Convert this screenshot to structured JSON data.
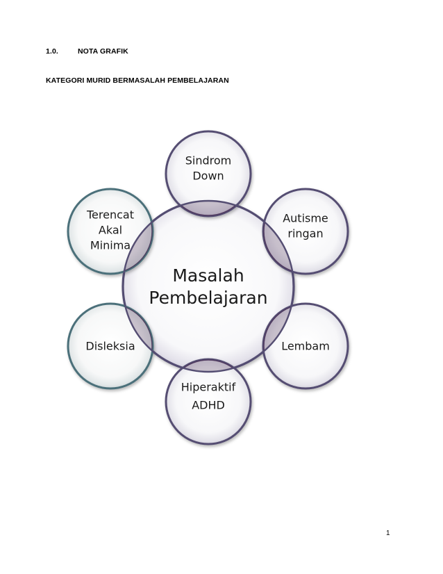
{
  "header": {
    "section_number": "1.0.",
    "section_title": "NOTA GRAFIK",
    "subtitle": "KATEGORI MURID BERMASALAH PEMBELAJARAN"
  },
  "diagram": {
    "center": {
      "lines": [
        "Masalah",
        "Pembelajaran"
      ]
    },
    "nodes": [
      {
        "id": "sindrom-down",
        "lines": [
          "Sindrom",
          "Down"
        ]
      },
      {
        "id": "autisme-ringan",
        "lines": [
          "Autisme",
          "ringan"
        ]
      },
      {
        "id": "lembam",
        "lines": [
          "Lembam"
        ]
      },
      {
        "id": "hiperaktif-adhd",
        "lines": [
          "Hiperaktif",
          "ADHD"
        ]
      },
      {
        "id": "disleksia",
        "lines": [
          "Disleksia"
        ]
      },
      {
        "id": "terencat-akal-minima",
        "lines": [
          "Terencat",
          "Akal",
          "Minima"
        ]
      }
    ],
    "colors": {
      "center_ring": "#544d72",
      "node_ring_primary": "#544d72",
      "node_ring_teal": "#4b6f7a",
      "overlap": "#4a2f55"
    }
  },
  "footer": {
    "page_number": "1"
  }
}
